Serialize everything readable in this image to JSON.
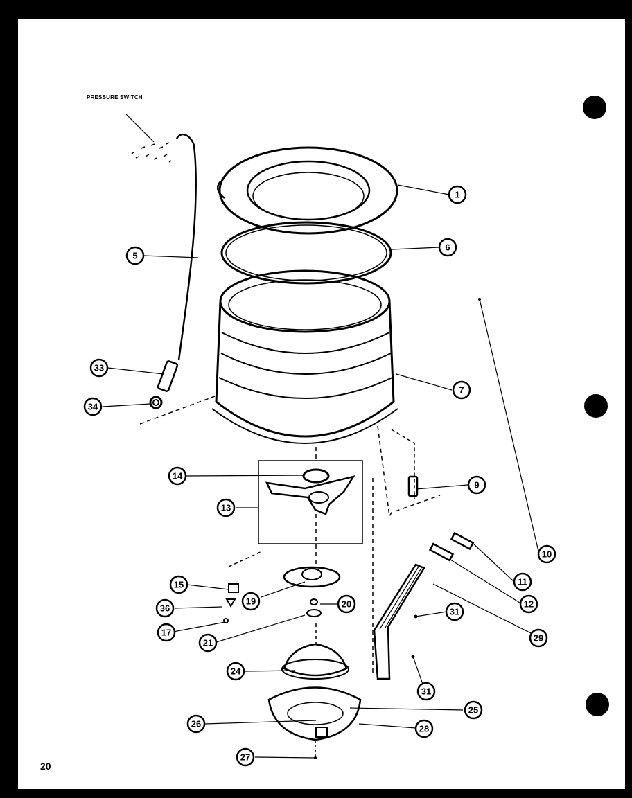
{
  "diagram": {
    "label_pressure_switch": "PRESSURE SWITCH",
    "page_number": "20",
    "callouts": [
      "1",
      "6",
      "5",
      "7",
      "33",
      "34",
      "14",
      "13",
      "9",
      "10",
      "11",
      "12",
      "15",
      "19",
      "20",
      "36",
      "17",
      "21",
      "31",
      "29",
      "24",
      "31",
      "25",
      "26",
      "28",
      "27"
    ]
  }
}
